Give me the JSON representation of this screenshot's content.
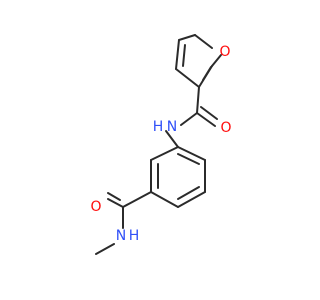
{
  "molecule": {
    "atom_colors": {
      "C": "#2b2b2b",
      "N": "#3050f8",
      "O": "#ff0d0d"
    },
    "atoms": [
      {
        "id": "o_furan",
        "label": "O",
        "element": "O"
      },
      {
        "id": "o_amide1",
        "label": "O",
        "element": "O"
      },
      {
        "id": "n_amide1",
        "label": "N",
        "element": "N",
        "h": "H"
      },
      {
        "id": "o_amide2",
        "label": "O",
        "element": "O"
      },
      {
        "id": "n_amide2",
        "label": "N",
        "element": "N",
        "h": "H"
      }
    ]
  }
}
